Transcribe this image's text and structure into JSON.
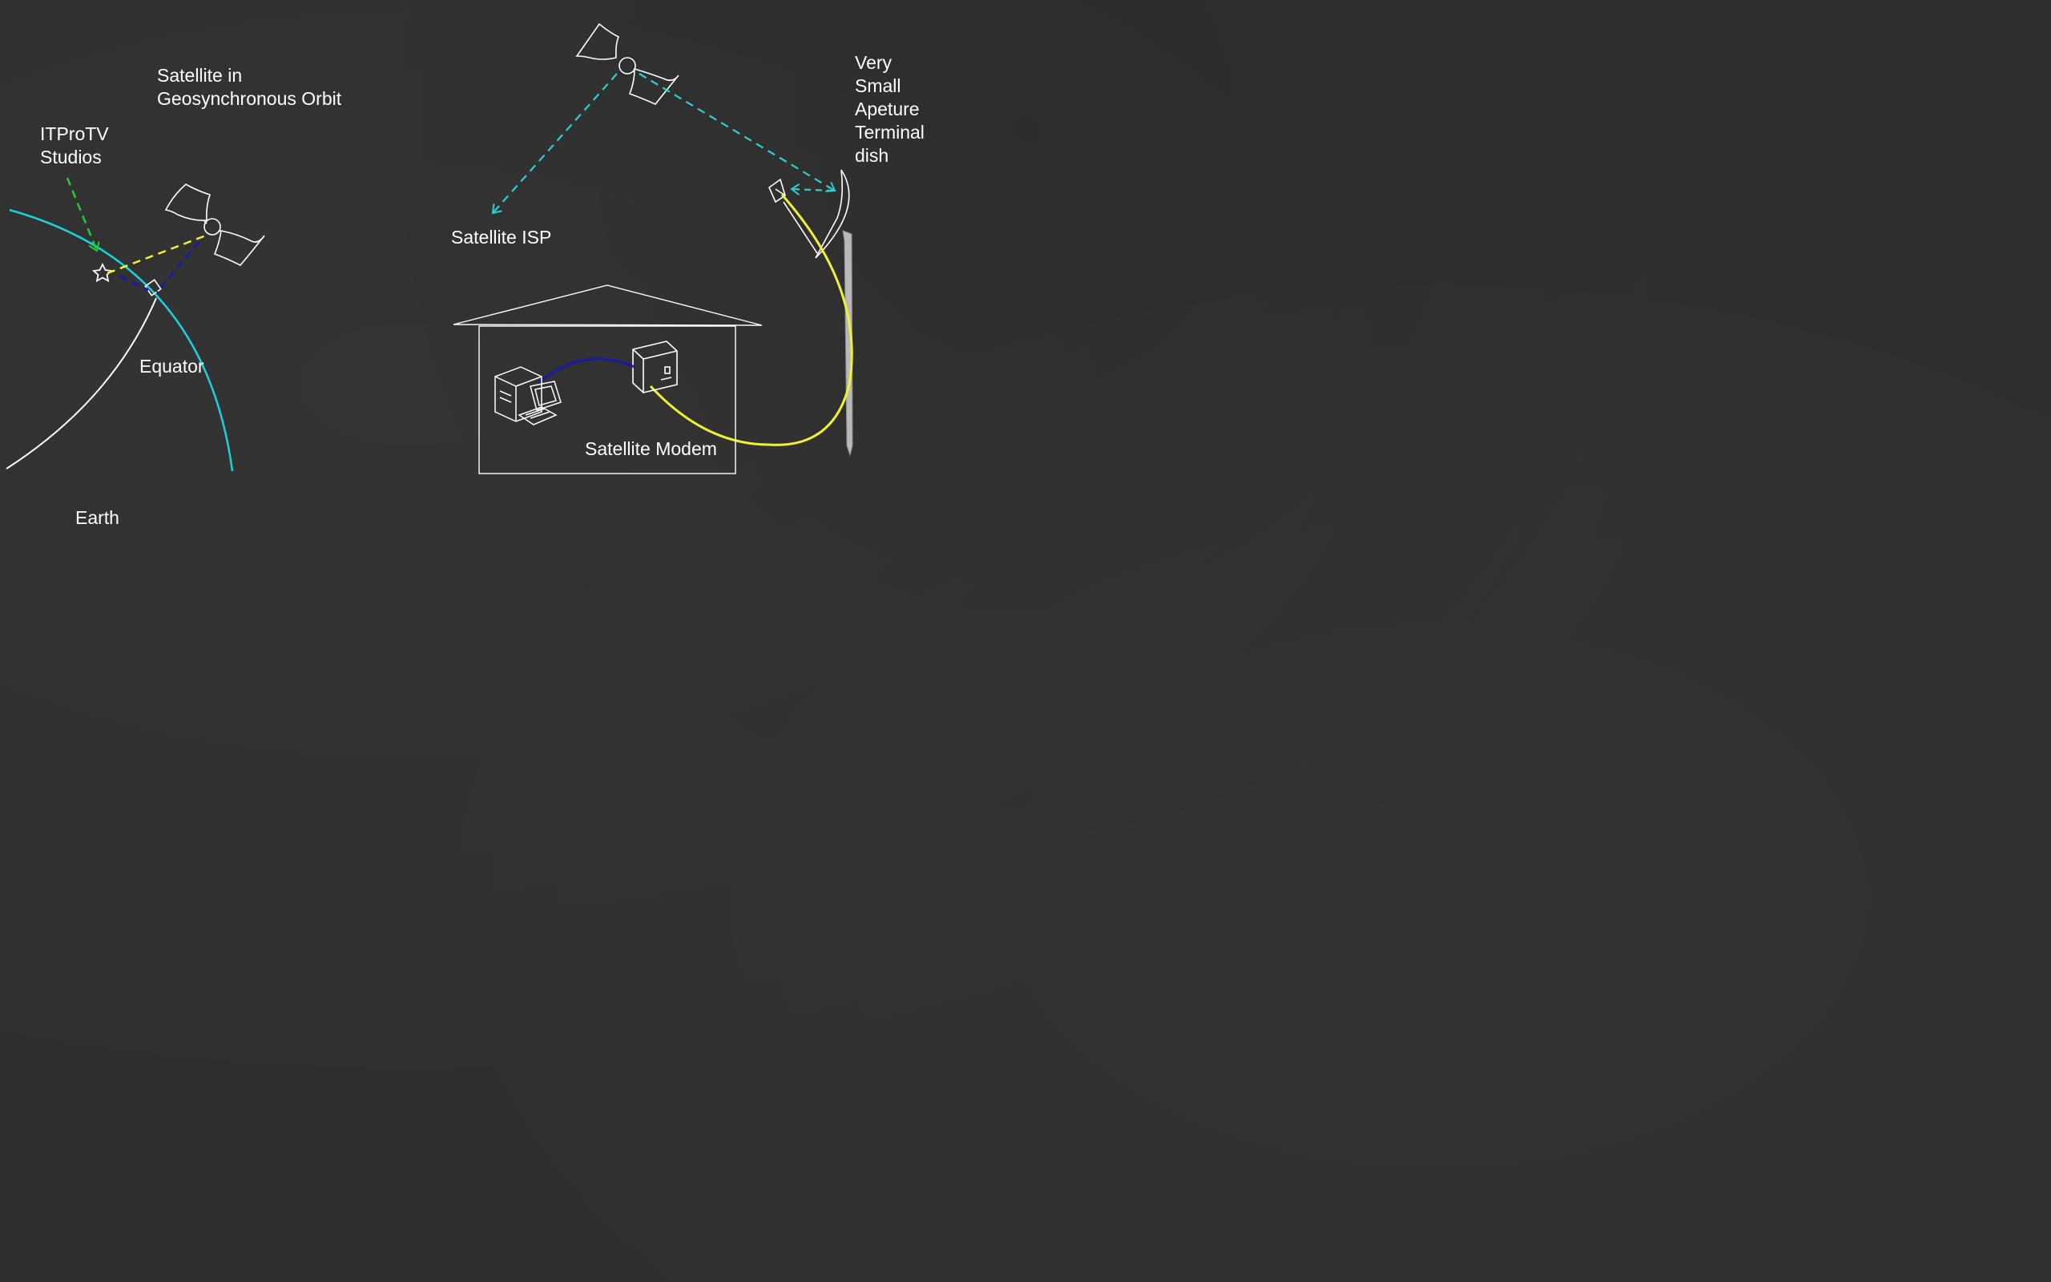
{
  "labels": {
    "satellite_geo": "Satellite in\nGeosynchronous Orbit",
    "itprotv": "ITProTV\nStudios",
    "equator": "Equator",
    "earth": "Earth",
    "satellite_isp": "Satellite ISP",
    "vsat": "Very\nSmall\nApeture\nTerminal\ndish",
    "modem": "Satellite Modem"
  },
  "colors": {
    "background": "#2f2f2f",
    "chalk": "#ffffff",
    "equator_line": "#19d3d9",
    "cyan_link": "#2fd0d0",
    "green_link": "#22cc33",
    "yellow_link": "#f0f034",
    "blue_link": "#1a1aa8",
    "pole": "#b9b9b9"
  }
}
